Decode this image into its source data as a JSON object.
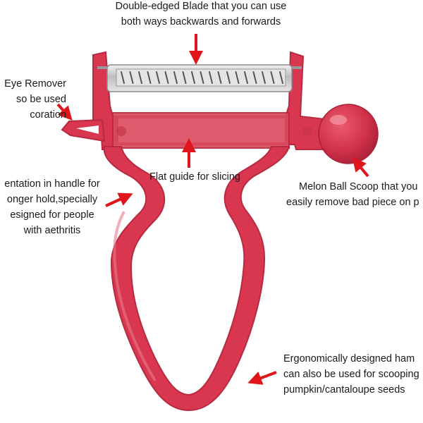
{
  "annotations": {
    "blade": {
      "lines": [
        "Double-edged Blade that you can use",
        "both ways backwards and forwards"
      ]
    },
    "eye_remover": {
      "lines": [
        "Eye Remover",
        "so be used",
        "coration"
      ]
    },
    "indentation": {
      "lines": [
        "entation in handle for",
        "onger hold,specially",
        "esigned for people",
        "with aethritis"
      ]
    },
    "flat_guide": {
      "lines": [
        "Flat guide for slicing"
      ]
    },
    "melon_ball": {
      "lines": [
        "Melon Ball Scoop that you",
        "easily remove bad piece on p"
      ]
    },
    "handle": {
      "lines": [
        "Ergonomically designed ham",
        "can also be used for scooping",
        "pumpkin/cantaloupe seeds"
      ]
    }
  },
  "colors": {
    "body_red": "#d8374f",
    "body_dark": "#b72a40",
    "arrow_red": "#e0151b",
    "blade_steel": "#c9c9c9"
  }
}
